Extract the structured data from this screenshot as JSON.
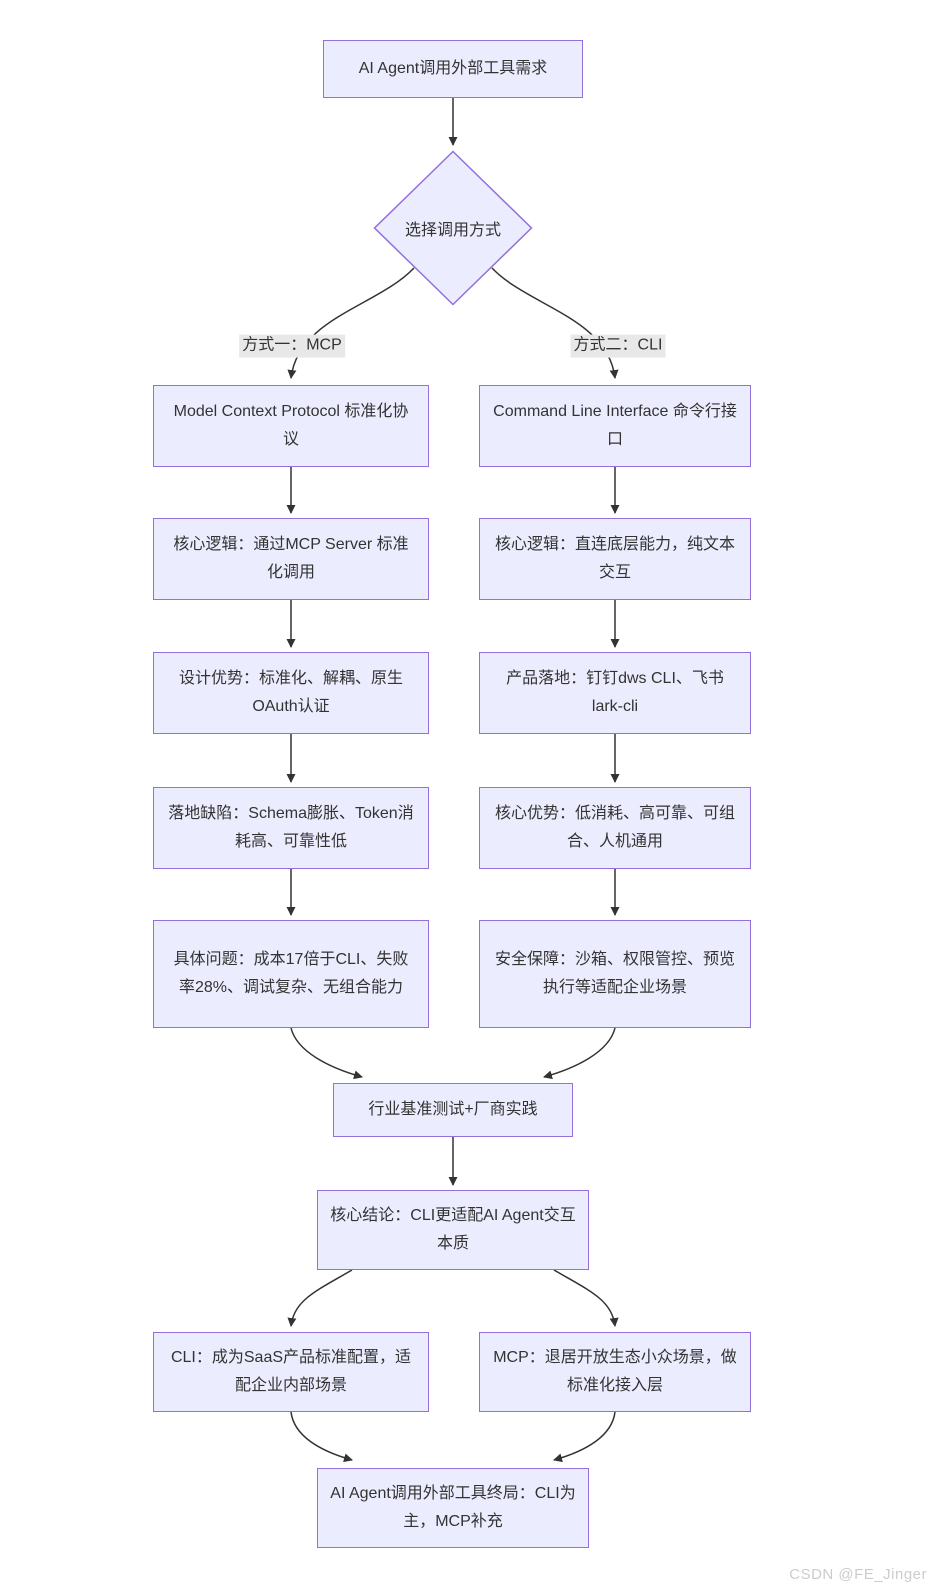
{
  "diagram": {
    "nodes": {
      "start": "AI Agent调用外部工具需求",
      "decision": "选择调用方式",
      "mcp_1": "Model Context Protocol 标准化协议",
      "mcp_2": "核心逻辑：通过MCP Server 标准化调用",
      "mcp_3": "设计优势：标准化、解耦、原生OAuth认证",
      "mcp_4": "落地缺陷：Schema膨胀、Token消耗高、可靠性低",
      "mcp_5": "具体问题：成本17倍于CLI、失败率28%、调试复杂、无组合能力",
      "cli_1": "Command Line Interface 命令行接口",
      "cli_2": "核心逻辑：直连底层能力，纯文本交互",
      "cli_3": "产品落地：钉钉dws CLI、飞书lark-cli",
      "cli_4": "核心优势：低消耗、高可靠、可组合、人机通用",
      "cli_5": "安全保障：沙箱、权限管控、预览执行等适配企业场景",
      "merge": "行业基准测试+厂商实践",
      "conclusion": "核心结论：CLI更适配AI Agent交互本质",
      "outcome_cli": "CLI：成为SaaS产品标准配置，适配企业内部场景",
      "outcome_mcp": "MCP：退居开放生态小众场景，做标准化接入层",
      "final": "AI Agent调用外部工具终局：CLI为主，MCP补充"
    },
    "edge_labels": {
      "mcp": "方式一：MCP",
      "cli": "方式二：CLI"
    },
    "colors": {
      "node_fill": "#ECECFF",
      "node_border": "#9370DB",
      "edge_line": "#333333",
      "edge_label_bg": "#e8e8e8",
      "text": "#333333"
    }
  },
  "watermark": "CSDN @FE_Jinger"
}
